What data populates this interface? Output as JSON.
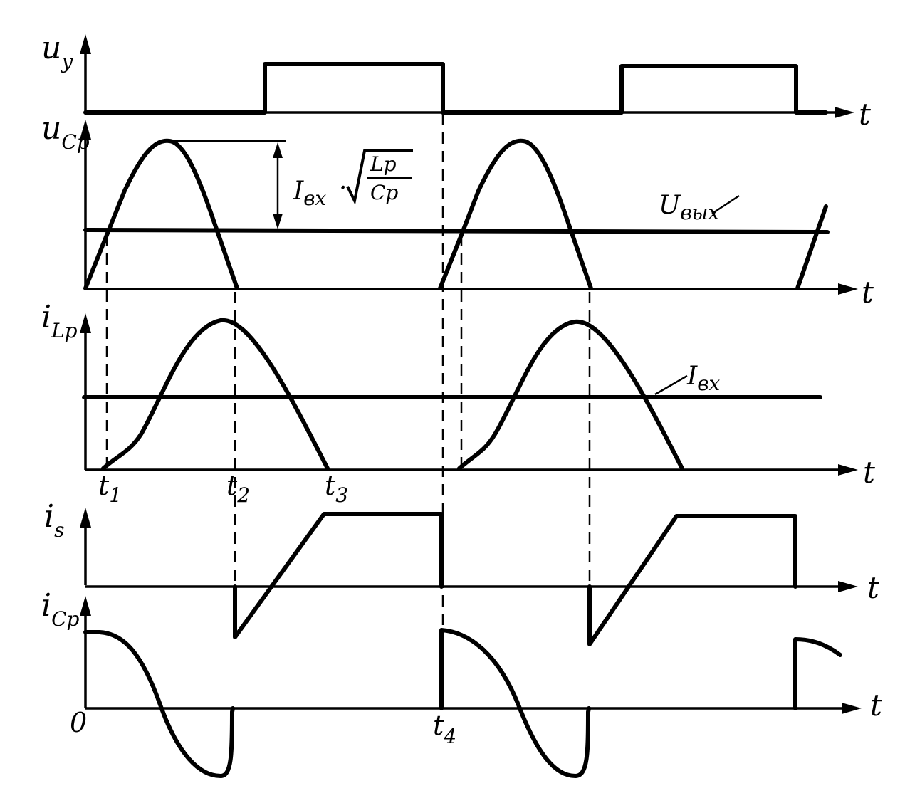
{
  "signals": {
    "uy": {
      "main": "u",
      "sub": "y"
    },
    "ucp": {
      "main": "u",
      "sub": "Cp"
    },
    "ilp": {
      "main": "i",
      "sub": "Lp"
    },
    "is": {
      "main": "i",
      "sub": "s"
    },
    "icp": {
      "main": "i",
      "sub": "Cp"
    }
  },
  "axis_label": "t",
  "time_marks": {
    "origin": "0",
    "t1": {
      "main": "t",
      "sub": "1"
    },
    "t2": {
      "main": "t",
      "sub": "2"
    },
    "t3": {
      "main": "t",
      "sub": "3"
    },
    "t4": {
      "main": "t",
      "sub": "4"
    }
  },
  "annotations": {
    "amplitude": {
      "prefix": "I",
      "prefix_sub": "вх",
      "num": "Lp",
      "den": "Cp"
    },
    "u_out": {
      "main": "U",
      "sub": "вых"
    },
    "i_in": {
      "main": "I",
      "sub": "вх"
    }
  }
}
